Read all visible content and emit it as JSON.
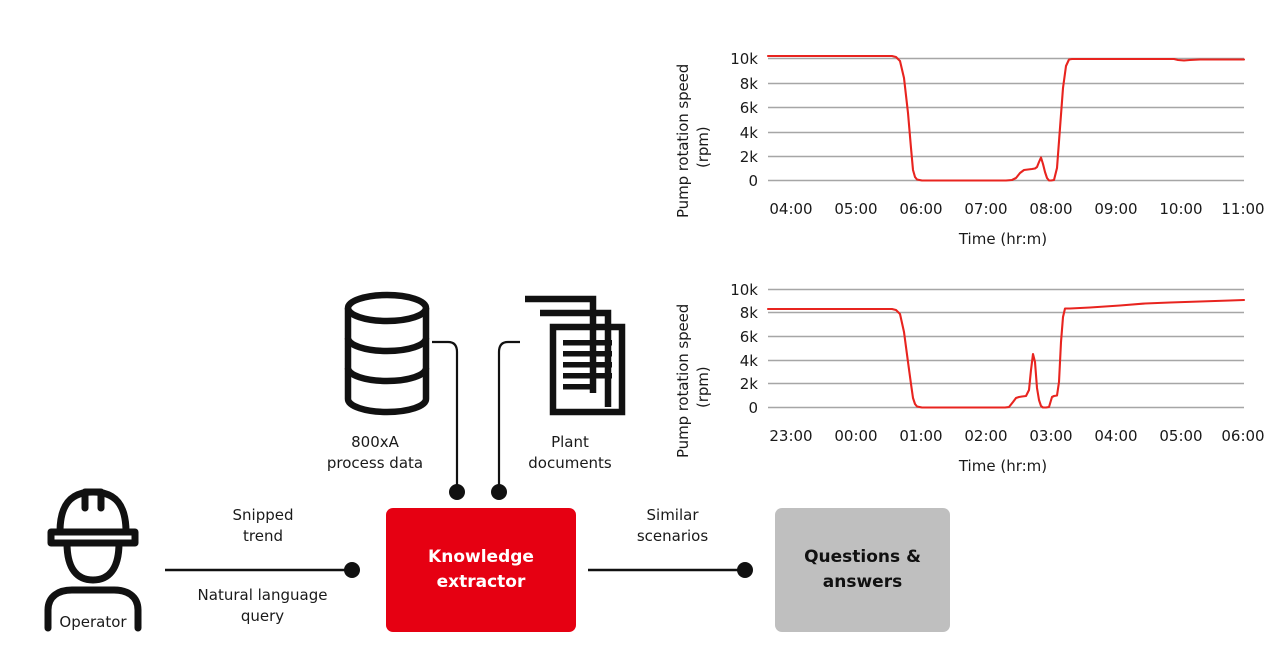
{
  "charts": [
    {
      "id": "pump-speed-top",
      "ylabel_line1": "Pump rotation speed",
      "ylabel_line2": "(rpm)",
      "xlabel": "Time (hr:m)",
      "ytick_labels": [
        "10k",
        "8k",
        "6k",
        "4k",
        "2k",
        "0"
      ],
      "xtick_labels": [
        "04:00",
        "05:00",
        "06:00",
        "07:00",
        "08:00",
        "09:00",
        "10:00",
        "11:00"
      ]
    },
    {
      "id": "pump-speed-bottom",
      "ylabel_line1": "Pump rotation speed",
      "ylabel_line2": "(rpm)",
      "xlabel": "Time (hr:m)",
      "ytick_labels": [
        "10k",
        "8k",
        "6k",
        "4k",
        "2k",
        "0"
      ],
      "xtick_labels": [
        "23:00",
        "00:00",
        "01:00",
        "02:00",
        "03:00",
        "04:00",
        "05:00",
        "06:00"
      ]
    }
  ],
  "chart_data": [
    {
      "type": "line",
      "title": "",
      "xlabel": "Time (hr:m)",
      "ylabel": "Pump rotation speed (rpm)",
      "ylim": [
        0,
        10000
      ],
      "yticks": [
        0,
        2000,
        4000,
        6000,
        8000,
        10000
      ],
      "ytick_labels": [
        "0",
        "2k",
        "4k",
        "6k",
        "8k",
        "10k"
      ],
      "xtick_labels": [
        "04:00",
        "05:00",
        "06:00",
        "07:00",
        "08:00",
        "09:00",
        "10:00",
        "11:00"
      ],
      "xlim": [
        "03:40",
        "11:25"
      ],
      "grid": true,
      "legend": "none",
      "series": [
        {
          "name": "Pump rotation speed",
          "color": "#E8241F",
          "x": [
            "03:40",
            "04:00",
            "05:00",
            "05:35",
            "05:42",
            "05:48",
            "05:55",
            "06:10",
            "06:45",
            "07:00",
            "07:05",
            "07:08",
            "07:12",
            "07:15",
            "07:18",
            "07:20",
            "07:22",
            "07:26",
            "07:30",
            "07:34",
            "07:40",
            "08:00",
            "09:00",
            "09:45",
            "09:55",
            "10:05",
            "10:30",
            "11:00",
            "11:25"
          ],
          "y": [
            10200,
            10200,
            10200,
            10200,
            9900,
            6000,
            200,
            0,
            0,
            0,
            150,
            900,
            1000,
            1050,
            2300,
            1100,
            0,
            2000,
            9100,
            9850,
            9880,
            9880,
            9880,
            9880,
            9700,
            9830,
            9850,
            9850,
            9850
          ]
        }
      ]
    },
    {
      "type": "line",
      "title": "",
      "xlabel": "Time (hr:m)",
      "ylabel": "Pump rotation speed (rpm)",
      "ylim": [
        0,
        10000
      ],
      "yticks": [
        0,
        2000,
        4000,
        6000,
        8000,
        10000
      ],
      "ytick_labels": [
        "0",
        "2k",
        "4k",
        "6k",
        "8k",
        "10k"
      ],
      "xtick_labels": [
        "23:00",
        "00:00",
        "01:00",
        "02:00",
        "03:00",
        "04:00",
        "05:00",
        "06:00"
      ],
      "xlim": [
        "22:38",
        "06:25"
      ],
      "grid": true,
      "legend": "none",
      "series": [
        {
          "name": "Pump rotation speed",
          "color": "#E8241F",
          "x": [
            "22:38",
            "23:00",
            "00:00",
            "00:40",
            "00:46",
            "00:52",
            "00:58",
            "01:10",
            "01:40",
            "01:48",
            "01:55",
            "01:58",
            "02:02",
            "02:06",
            "02:10",
            "02:14",
            "02:18",
            "02:22",
            "02:28",
            "03:00",
            "03:30",
            "04:00",
            "05:00",
            "06:00",
            "06:25"
          ],
          "y": [
            8350,
            8350,
            8350,
            8350,
            8200,
            5000,
            100,
            0,
            0,
            600,
            700,
            3300,
            500,
            900,
            900,
            0,
            400,
            8450,
            8500,
            8650,
            8850,
            8900,
            8950,
            9000,
            9050
          ]
        }
      ]
    }
  ],
  "diagram": {
    "operator_label": "Operator",
    "process_data_label": "800xA\nprocess data",
    "plant_documents_label": "Plant\ndocuments",
    "snipped_trend_label": "Snipped\ntrend",
    "natural_language_query_label": "Natural language\nquery",
    "similar_scenarios_label": "Similar\nscenarios",
    "knowledge_extractor_label": "Knowledge\nextractor",
    "questions_answers_label": "Questions &\nanswers",
    "colors": {
      "accent_red": "#E60012",
      "box_gray": "#BFBFBF",
      "line_black": "#111111",
      "chart_line_red": "#E8241F",
      "gridline_gray": "#A6A6A6"
    }
  }
}
